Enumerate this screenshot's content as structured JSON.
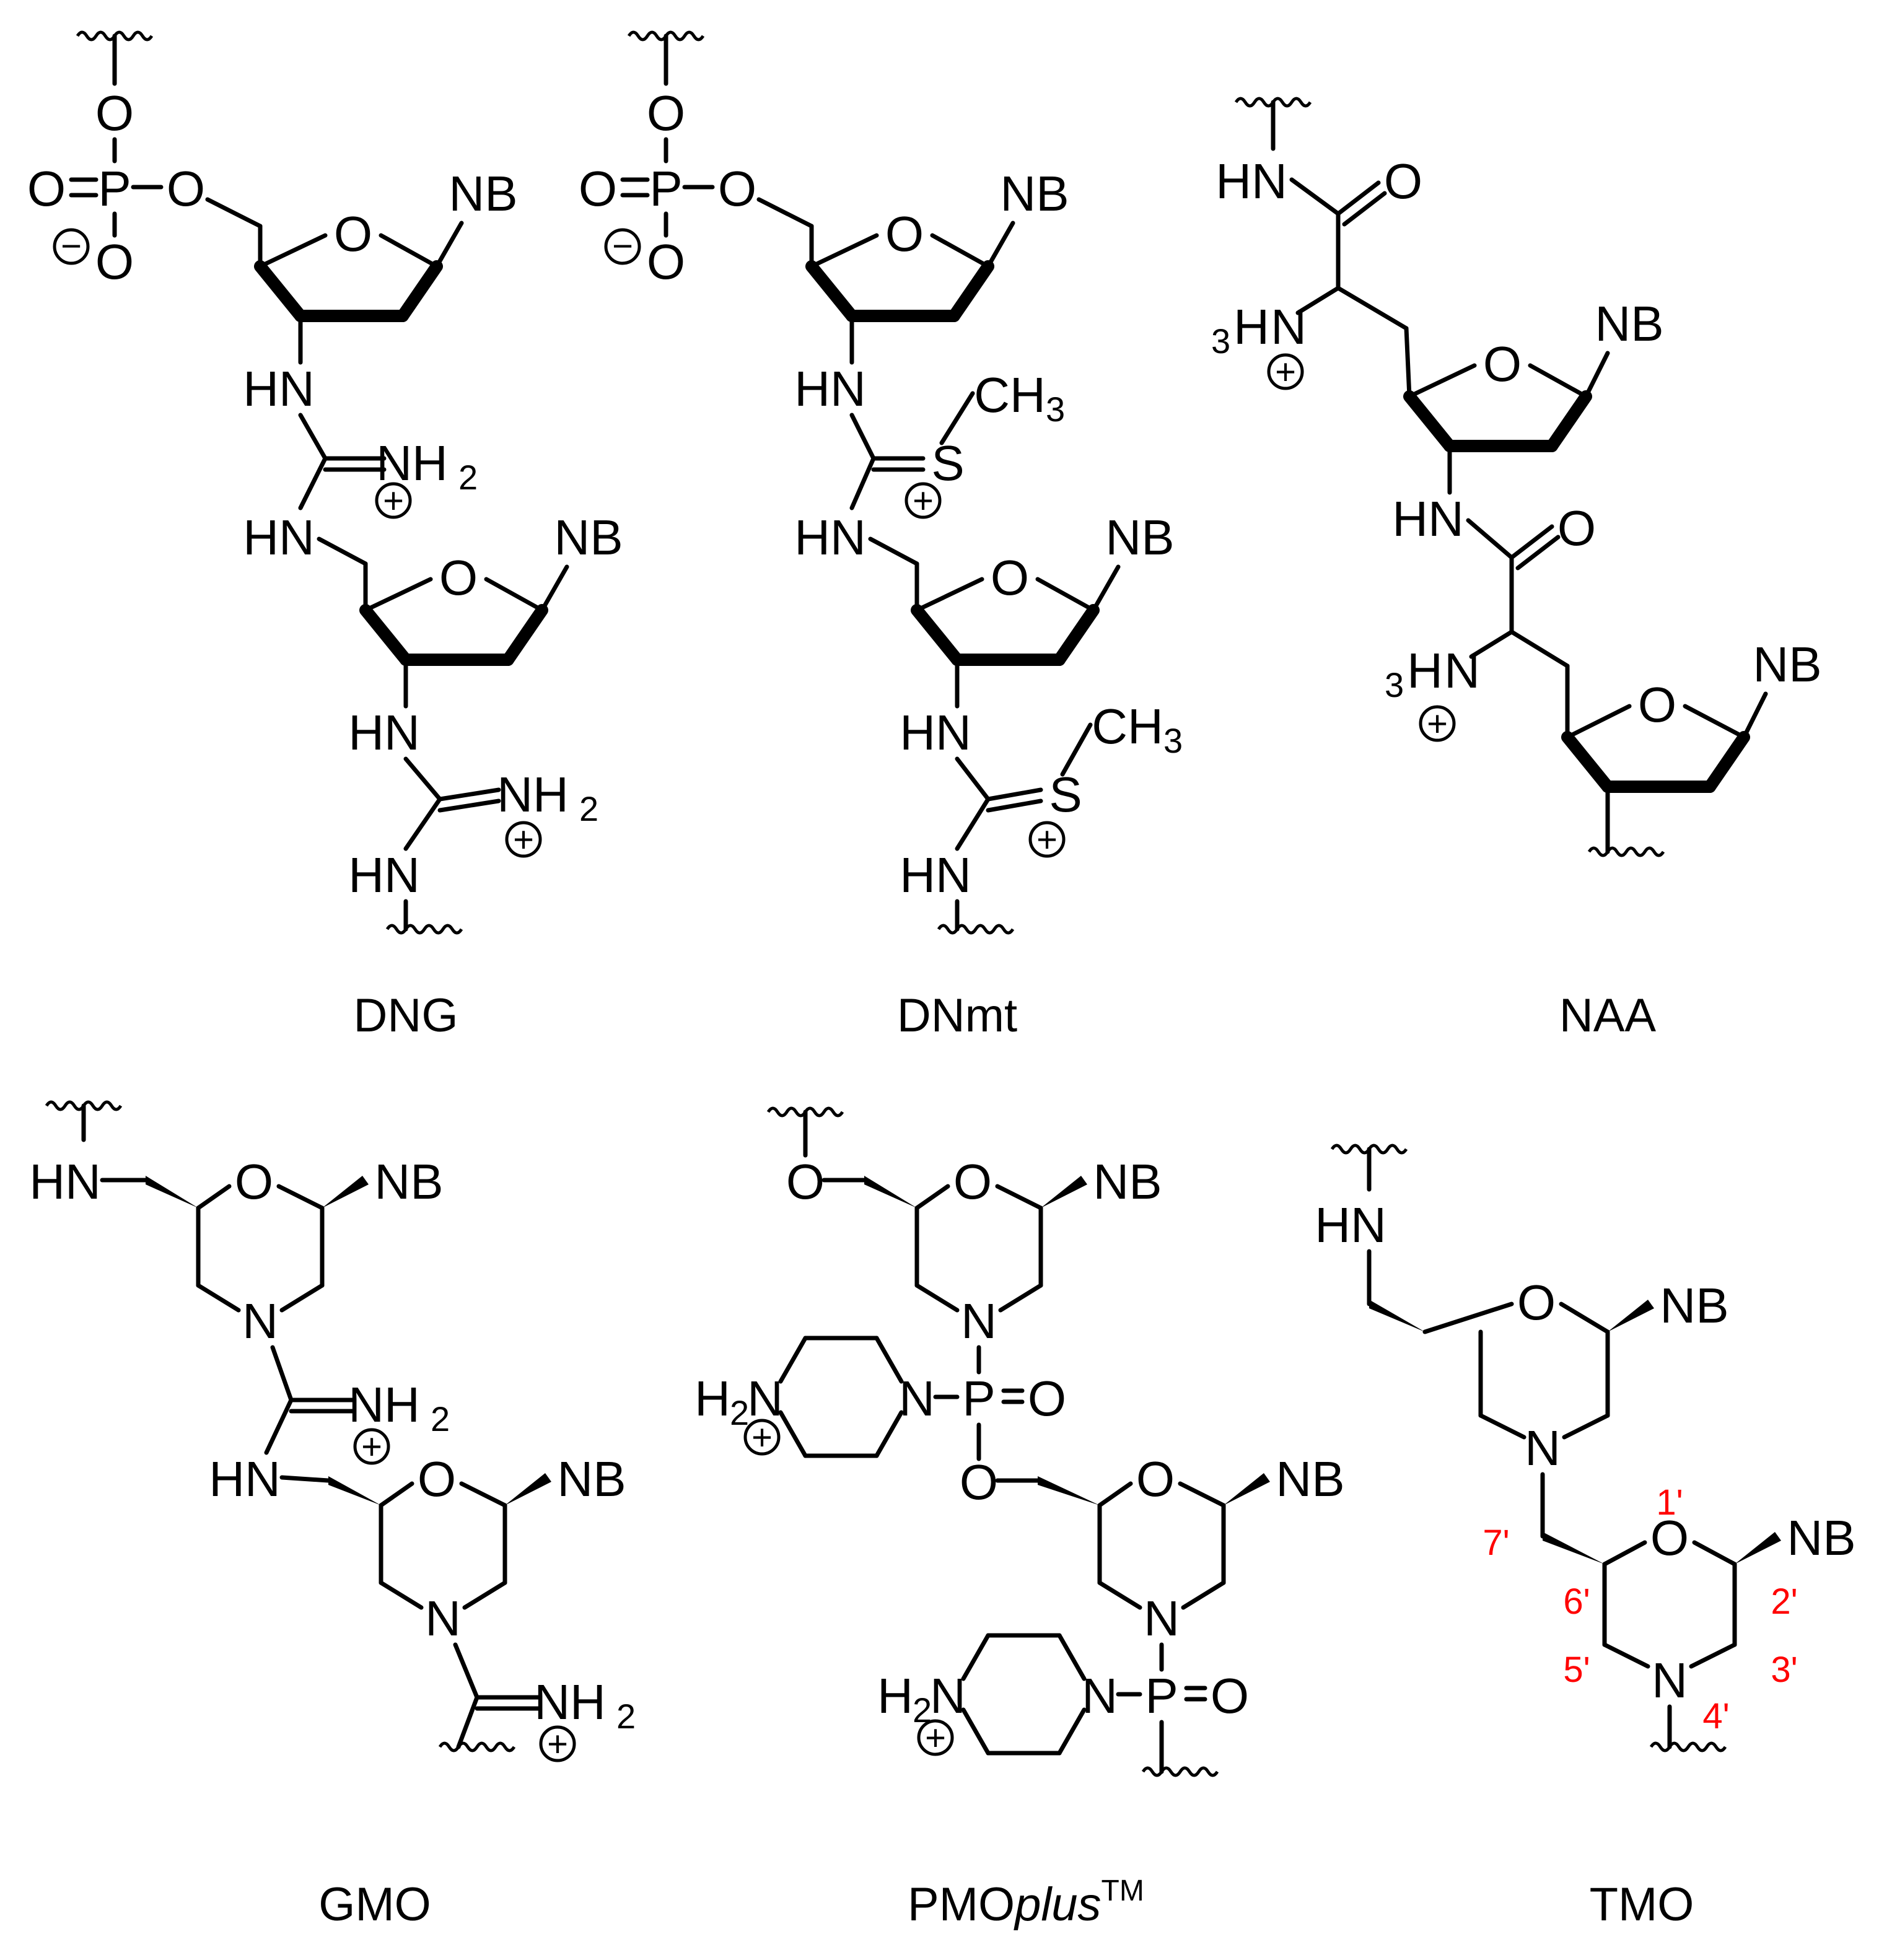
{
  "figure": {
    "title": "",
    "label_color": "#ff0000",
    "ink_color": "#000000"
  },
  "atom_labels": {
    "O": "O",
    "P": "P",
    "N": "N",
    "S": "S",
    "NB": "NB",
    "HN": "HN",
    "NH": "NH",
    "H": "H",
    "CH": "CH",
    "sub_2": "2",
    "sub_3": "3",
    "plus": "+",
    "minus": "−"
  },
  "structures": [
    {
      "key": "dng",
      "caption": "DNG"
    },
    {
      "key": "dnmt",
      "caption": "DNmt"
    },
    {
      "key": "naa",
      "caption": "NAA"
    },
    {
      "key": "gmo",
      "caption": "GMO"
    },
    {
      "key": "pmoplus",
      "caption_main": "PMO",
      "caption_italic": "plus",
      "caption_sup": "TM"
    },
    {
      "key": "tmo",
      "caption": "TMO"
    }
  ],
  "tmo_numbering": [
    "1'",
    "2'",
    "3'",
    "4'",
    "5'",
    "6'",
    "7'"
  ]
}
